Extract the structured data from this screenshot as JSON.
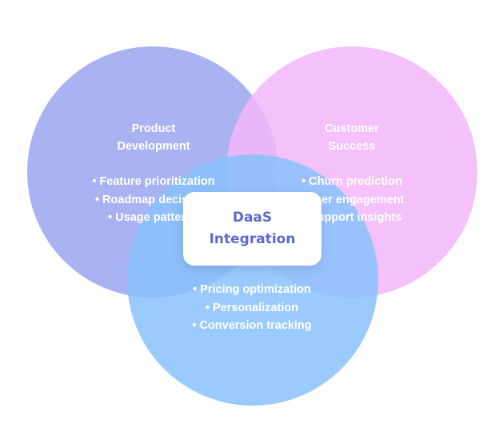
{
  "center": {
    "title": "DaaS\nIntegration",
    "color": "#5b6ad0"
  },
  "circles": [
    {
      "id": "product",
      "color": "#9aa6f0",
      "title_lines": [
        "Product",
        "Development"
      ],
      "items": [
        "• Feature prioritization",
        "• Roadmap decisions",
        "• Usage patterns"
      ]
    },
    {
      "id": "customer",
      "color": "#f3b6fa",
      "title_lines": [
        "Customer",
        "Success"
      ],
      "items": [
        "• Churn prediction",
        "• User engagement",
        "• Support insights"
      ]
    },
    {
      "id": "marketing",
      "color": "#88c2fb",
      "title_lines": [],
      "items": [
        "• Pricing optimization",
        "• Personalization",
        "• Conversion tracking"
      ]
    }
  ]
}
